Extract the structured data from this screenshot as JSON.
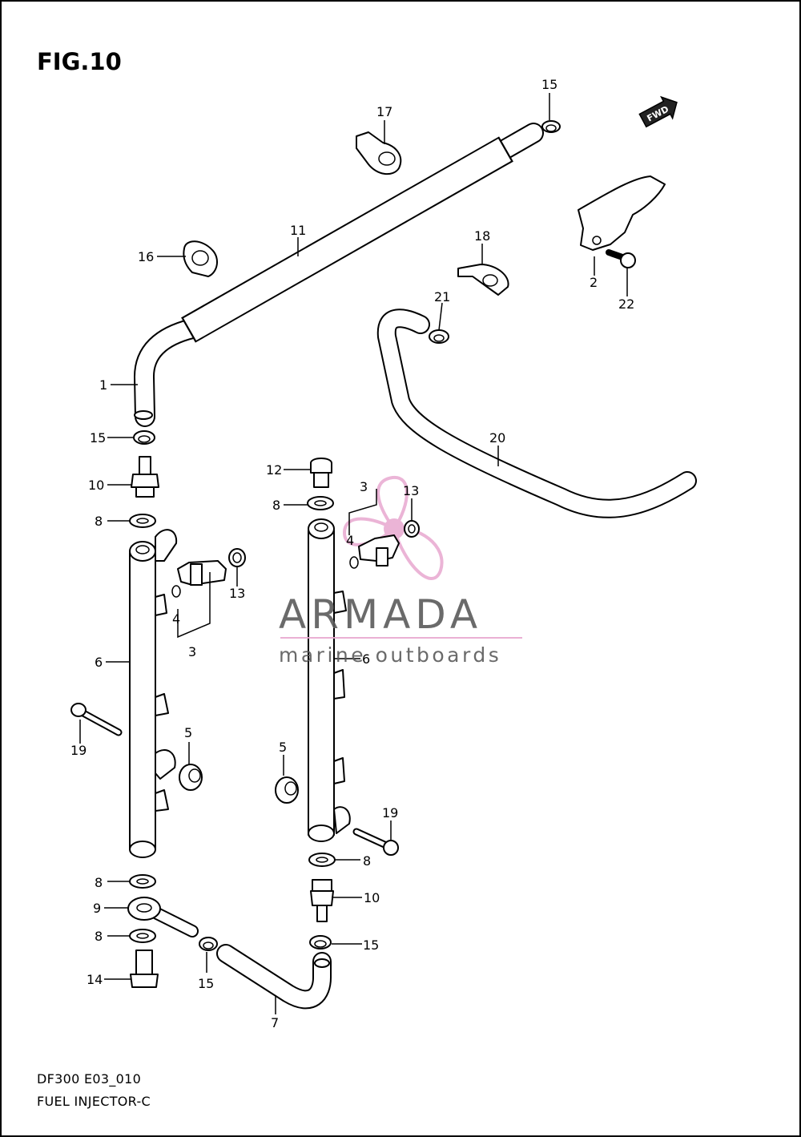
{
  "figure": {
    "title": "FIG.10"
  },
  "footer": {
    "model_code": "DF300 E03_010",
    "section_name": "FUEL INJECTOR-C"
  },
  "direction_badge": "FWD",
  "watermark": {
    "brand": "ARMADA",
    "tagline": "marine outboards",
    "logo_color": "#e8a8d0"
  },
  "callouts": [
    {
      "id": "c-15a",
      "text": "15"
    },
    {
      "id": "c-17",
      "text": "17"
    },
    {
      "id": "c-11",
      "text": "11"
    },
    {
      "id": "c-16",
      "text": "16"
    },
    {
      "id": "c-18",
      "text": "18"
    },
    {
      "id": "c-2",
      "text": "2"
    },
    {
      "id": "c-22",
      "text": "22"
    },
    {
      "id": "c-21",
      "text": "21"
    },
    {
      "id": "c-1",
      "text": "1"
    },
    {
      "id": "c-20",
      "text": "20"
    },
    {
      "id": "c-15b",
      "text": "15"
    },
    {
      "id": "c-10a",
      "text": "10"
    },
    {
      "id": "c-12",
      "text": "12"
    },
    {
      "id": "c-8a",
      "text": "8"
    },
    {
      "id": "c-8b",
      "text": "8"
    },
    {
      "id": "c-3a",
      "text": "3"
    },
    {
      "id": "c-13a",
      "text": "13"
    },
    {
      "id": "c-4a",
      "text": "4"
    },
    {
      "id": "c-13b",
      "text": "13"
    },
    {
      "id": "c-4b",
      "text": "4"
    },
    {
      "id": "c-3b",
      "text": "3"
    },
    {
      "id": "c-6a",
      "text": "6"
    },
    {
      "id": "c-6b",
      "text": "6"
    },
    {
      "id": "c-19a",
      "text": "19"
    },
    {
      "id": "c-5a",
      "text": "5"
    },
    {
      "id": "c-5b",
      "text": "5"
    },
    {
      "id": "c-19b",
      "text": "19"
    },
    {
      "id": "c-8c",
      "text": "8"
    },
    {
      "id": "c-8d",
      "text": "8"
    },
    {
      "id": "c-9",
      "text": "9"
    },
    {
      "id": "c-10b",
      "text": "10"
    },
    {
      "id": "c-8e",
      "text": "8"
    },
    {
      "id": "c-15c",
      "text": "15"
    },
    {
      "id": "c-14",
      "text": "14"
    },
    {
      "id": "c-15d",
      "text": "15"
    },
    {
      "id": "c-7",
      "text": "7"
    }
  ]
}
